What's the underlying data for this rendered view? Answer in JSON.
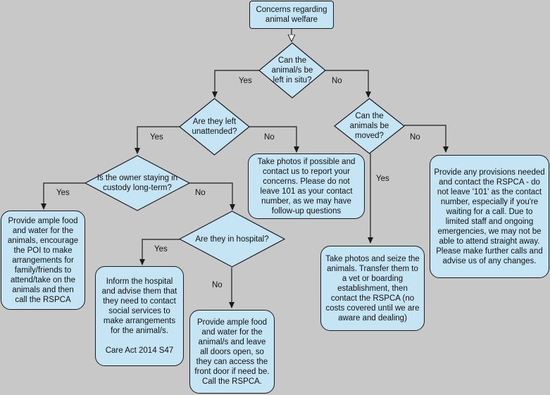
{
  "diagram": {
    "nodes": {
      "start": "Concerns regarding animal welfare",
      "q_situ": "Can the animal/s be left in situ?",
      "q_unattended": "Are they left unattended?",
      "q_moved": "Can the animals be moved?",
      "q_custody": "Is the owner staying in custody long-term?",
      "q_hospital": "Are they in hospital?",
      "box_photos_contact": "Take photos if possible and contact us to report your concerns. Please do not leave 101 as your contact number, as we may have follow-up questions",
      "box_ample_food_poi": "Provide ample food and water for the animals, encourage the POI to make arrangements for family/friends to attend/take on the animals and then call the RSPCA",
      "box_inform_hospital": "Inform the hospital and advise them that they need to contact social services to make arrangements for the animal/s.",
      "box_inform_hospital_note": "Care Act 2014 S47",
      "box_food_doors": "Provide ample food and water for the animal/s and leave all doors open, so they can access the front door if need be.",
      "box_food_doors_call": "Call the RSPCA.",
      "box_seize": "Take photos and seize the animals. Transfer them to a vet or boarding establishment, then contact the RSPCA (no costs covered until we are aware and dealing)",
      "box_provisions": "Provide any provisions needed and contact the RSPCA - do not leave '101' as the contact number, especially if you're waiting for a call. Due to limited staff and ongoing emergencies, we may not be able to attend straight away. Please make further calls and advise us of any changes."
    },
    "labels": {
      "yes": "Yes",
      "no": "No"
    }
  },
  "colors": {
    "background": "#c8c8c8",
    "node_fill": "#c5e5f5",
    "stroke": "#1a1a1a"
  }
}
